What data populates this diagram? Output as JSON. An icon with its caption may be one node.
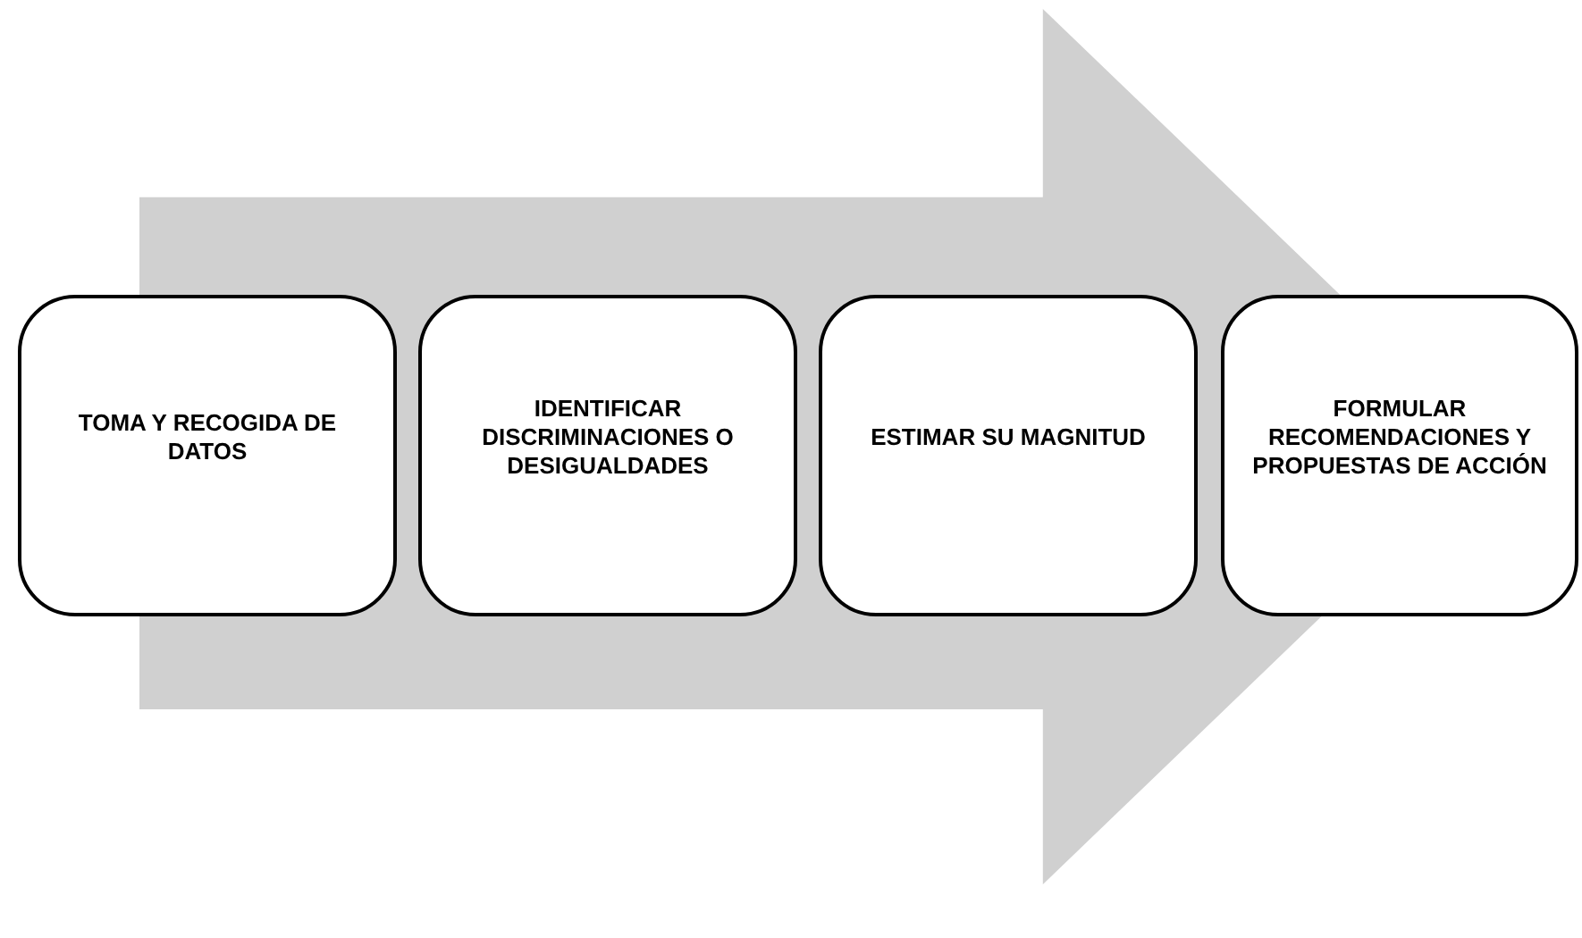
{
  "diagram": {
    "nodes": [
      {
        "text": [],
        "shape": "arrow"
      },
      {
        "text": [
          "TOMA Y RECOGIDA DE DATOS"
        ]
      },
      {
        "text": [
          "IDENTIFICAR DISCRIMINACIONES O DESIGUALDADES"
        ],
        "in": 0
      },
      {
        "text": [
          "ESTIMAR SU MAGNITUD"
        ],
        "in": 0
      },
      {
        "text": [
          "FORMULAR RECOMENDACIONES Y PROPUESTAS DE ACCIÓN"
        ]
      }
    ]
  }
}
